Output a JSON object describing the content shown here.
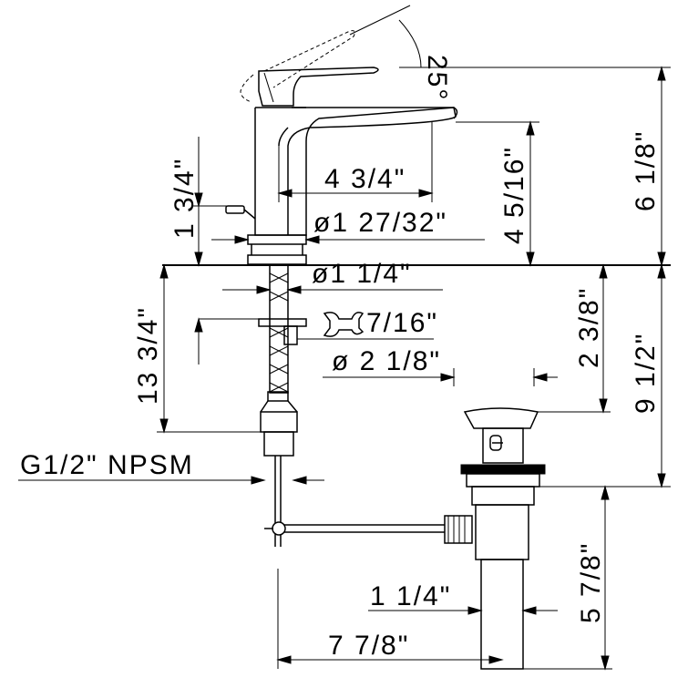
{
  "dimensions": {
    "angle": "25°",
    "total_height_above_deck": "6 1/8\"",
    "spout_height": "4 5/16\"",
    "spout_reach": "4 3/4\"",
    "lever_height": "1 3/4\"",
    "base_diameter": "ø1 27/32\"",
    "shank_diameter": "ø1 1/4\"",
    "wrench_size": "7/16\"",
    "hole_diameter": "ø 2 1/8\"",
    "shank_length": "13 3/4\"",
    "drain_flange_depth": "2 3/8\"",
    "drain_total": "9 1/2\"",
    "connection": "G1/2\" NPSM",
    "tailpiece_length": "5 7/8\"",
    "tailpiece_diameter": "1 1/4\"",
    "rod_distance": "7 7/8\""
  },
  "icons": {
    "wrench": "wrench-icon"
  }
}
